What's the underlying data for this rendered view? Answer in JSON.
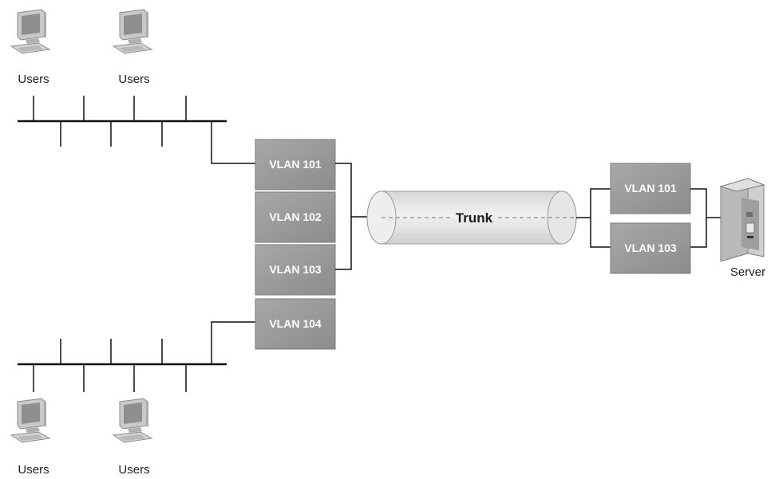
{
  "left_switch": {
    "vlans": [
      "VLAN 101",
      "VLAN 102",
      "VLAN 103",
      "VLAN 104"
    ]
  },
  "right_switch": {
    "vlans": [
      "VLAN 101",
      "VLAN 103"
    ]
  },
  "trunk": {
    "label": "Trunk"
  },
  "users": {
    "top": [
      "Users",
      "Users"
    ],
    "bottom": [
      "Users",
      "Users"
    ]
  },
  "server": {
    "label": "Server"
  },
  "colors": {
    "vlan_box": "#9a9a9a",
    "line": "#111111",
    "computer": "#b5b5b5",
    "trunk_fill": "#e2e2e2"
  }
}
